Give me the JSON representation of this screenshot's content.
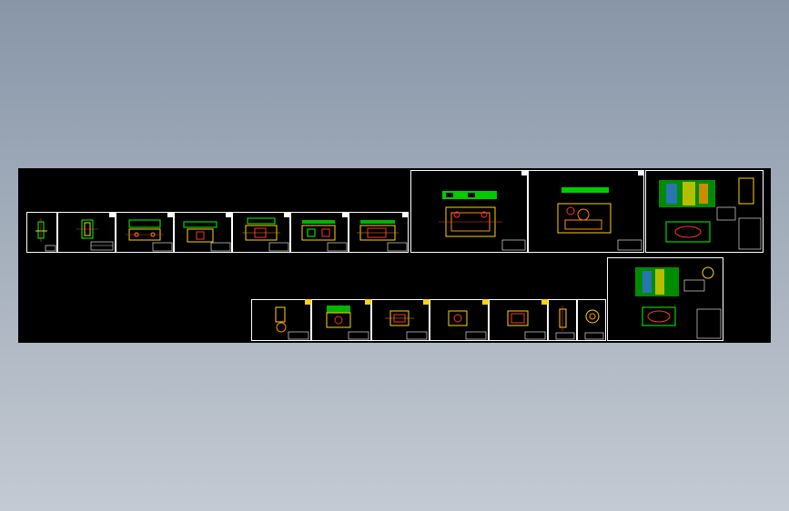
{
  "viewer": {
    "background_gradient": [
      "#8896a8",
      "#c4cad3"
    ],
    "model_space_color": "#000000"
  },
  "palette": {
    "frame": "#ffffff",
    "part_green": "#00ff00",
    "part_yellow": "#ffd400",
    "part_orange": "#ff8c00",
    "part_red": "#ff3030",
    "part_blue": "#3a6bff"
  },
  "sheets": [
    {
      "id": "s1",
      "kind": "small-part"
    },
    {
      "id": "s2",
      "kind": "small-part"
    },
    {
      "id": "s3",
      "kind": "mold-plate"
    },
    {
      "id": "s4",
      "kind": "mold-plate"
    },
    {
      "id": "s5",
      "kind": "mold-plate"
    },
    {
      "id": "s6",
      "kind": "mold-plate"
    },
    {
      "id": "s7",
      "kind": "mold-plate"
    },
    {
      "id": "s8",
      "kind": "large-plate"
    },
    {
      "id": "s9",
      "kind": "large-plate"
    },
    {
      "id": "s10",
      "kind": "assembly"
    },
    {
      "id": "s11",
      "kind": "assembly"
    },
    {
      "id": "s12",
      "kind": "small-part"
    },
    {
      "id": "s13",
      "kind": "small-part"
    },
    {
      "id": "s14",
      "kind": "small-part"
    },
    {
      "id": "s15",
      "kind": "small-part"
    },
    {
      "id": "s16",
      "kind": "small-part"
    },
    {
      "id": "s17",
      "kind": "small-part"
    },
    {
      "id": "s18",
      "kind": "small-part"
    }
  ]
}
